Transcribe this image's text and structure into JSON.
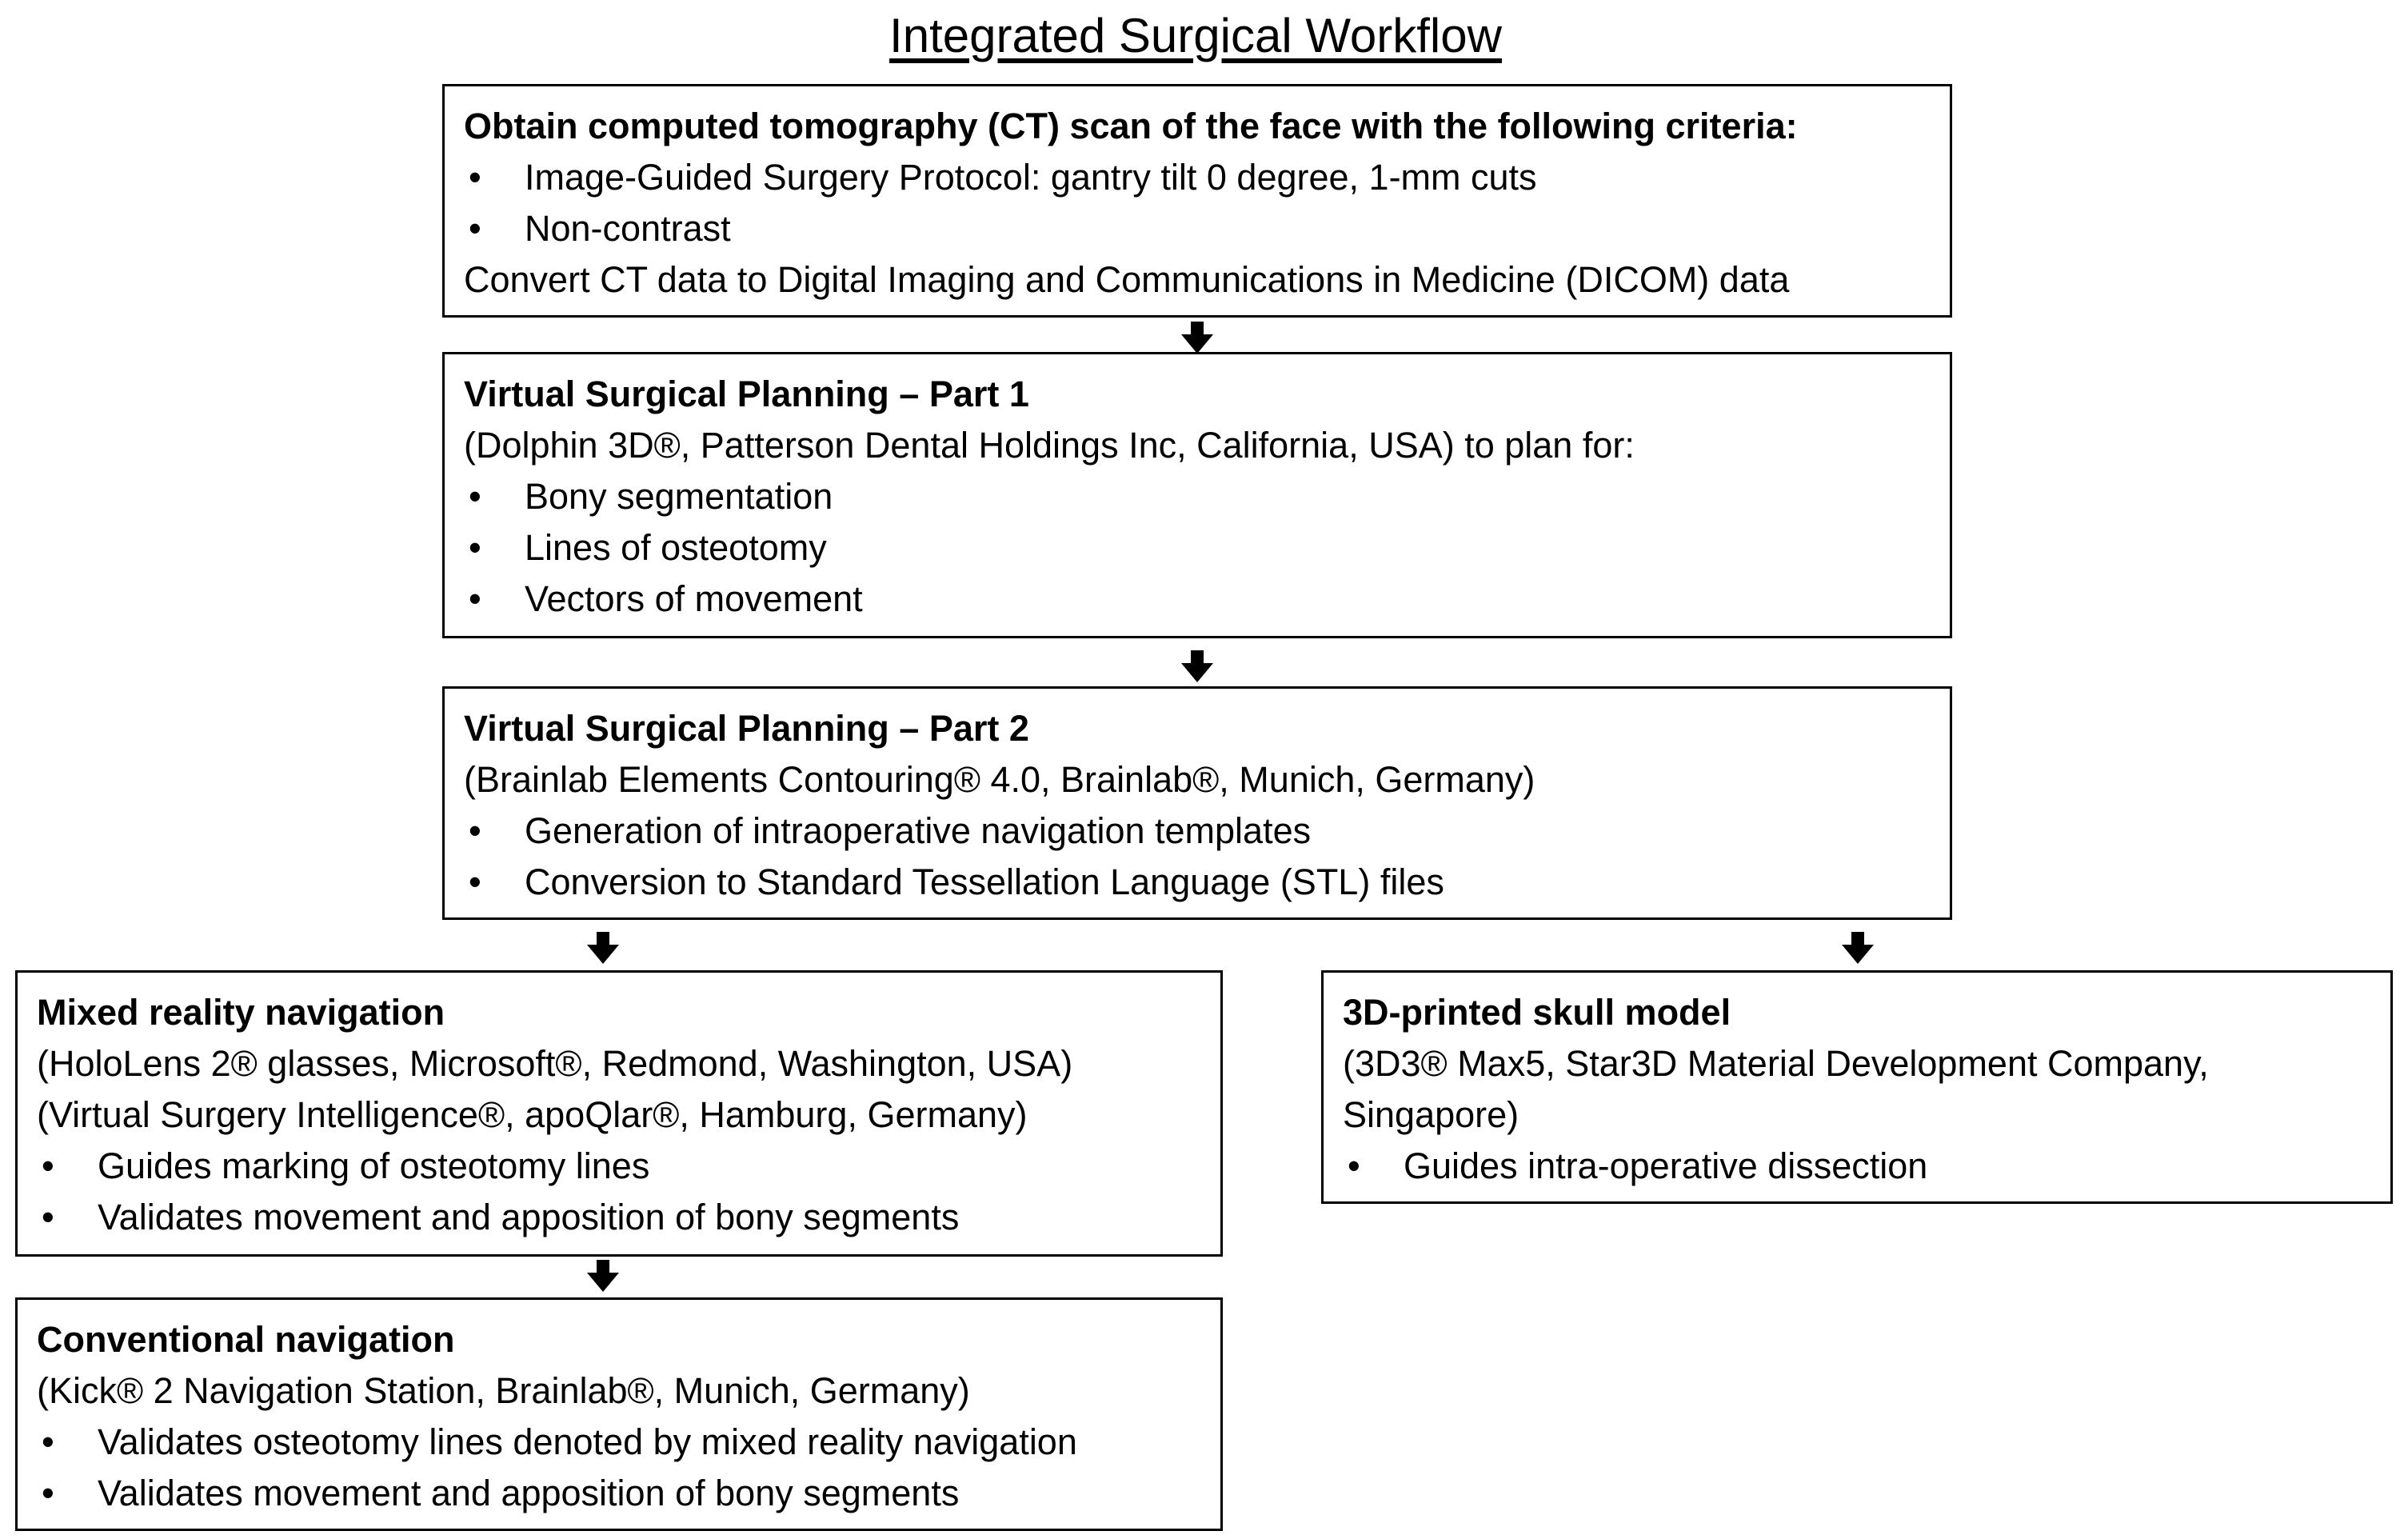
{
  "title": "Integrated Surgical Workflow",
  "boxes": {
    "ct": {
      "heading": "Obtain computed tomography (CT) scan of the face with the following criteria:",
      "bullets": [
        "Image-Guided Surgery Protocol: gantry tilt 0 degree, 1-mm cuts",
        "Non-contrast"
      ],
      "footer": "Convert CT data to Digital Imaging and Communications in Medicine (DICOM) data"
    },
    "vsp1": {
      "heading": "Virtual Surgical Planning – Part 1",
      "subtitle": "(Dolphin 3D®, Patterson Dental Holdings Inc, California, USA) to plan for:",
      "bullets": [
        "Bony segmentation",
        "Lines of osteotomy",
        "Vectors of movement"
      ]
    },
    "vsp2": {
      "heading": "Virtual Surgical Planning – Part 2",
      "subtitle": "(Brainlab Elements Contouring® 4.0, Brainlab®, Munich, Germany)",
      "bullets": [
        "Generation of intraoperative navigation templates",
        "Conversion to Standard Tessellation Language (STL) files"
      ]
    },
    "mixed": {
      "heading": "Mixed reality navigation",
      "subtitles": [
        "(HoloLens 2® glasses, Microsoft®, Redmond, Washington, USA)",
        "(Virtual Surgery Intelligence®, apoQlar®, Hamburg, Germany)"
      ],
      "bullets": [
        "Guides marking of osteotomy lines",
        "Validates movement and apposition of bony segments"
      ]
    },
    "skull": {
      "heading": "3D-printed skull model",
      "subtitles": [
        "(3D3® Max5, Star3D Material Development Company,",
        "Singapore)"
      ],
      "bullets": [
        "Guides intra-operative dissection"
      ]
    },
    "conventional": {
      "heading": "Conventional navigation",
      "subtitle": "(Kick® 2 Navigation Station, Brainlab®, Munich, Germany)",
      "bullets": [
        "Validates osteotomy lines denoted by mixed reality navigation",
        "Validates movement and apposition of bony segments"
      ]
    }
  }
}
